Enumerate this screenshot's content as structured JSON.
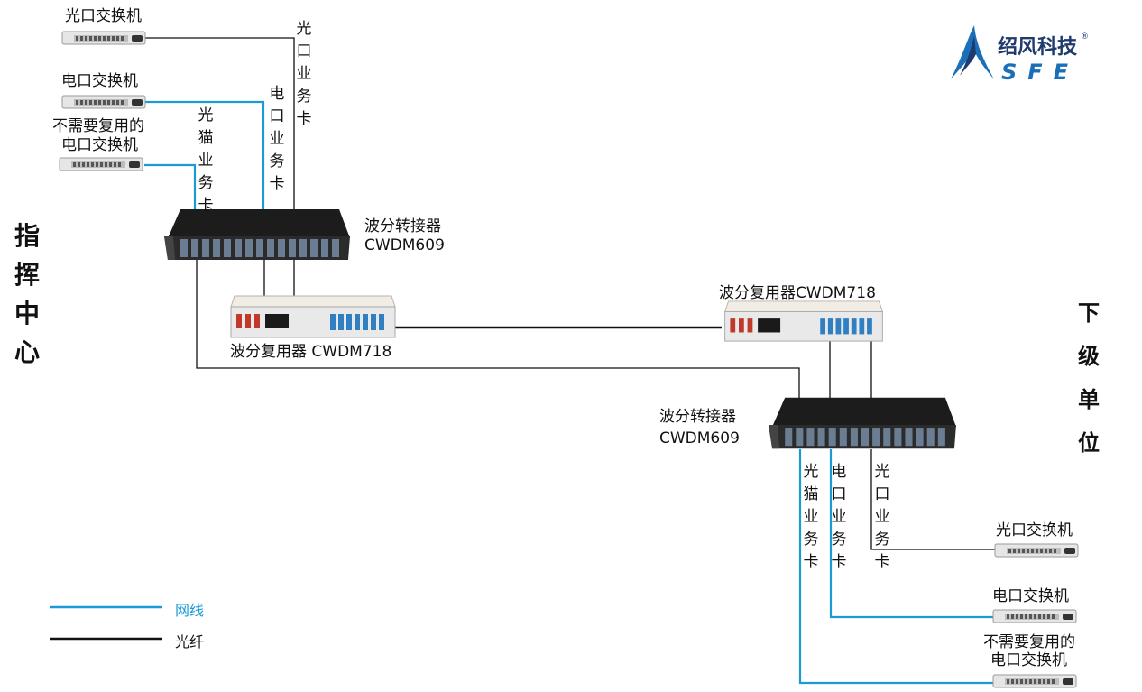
{
  "colors": {
    "network_cable": "#1b9ad6",
    "fiber": "#111111"
  },
  "sides": {
    "left": "指挥中心",
    "right": "下级单位"
  },
  "logo": {
    "text_cn": "绍风科技",
    "text_en": "SFE",
    "registered": "®"
  },
  "left_switches": {
    "optical": "光口交换机",
    "electrical": "电口交换机",
    "no_mux_line1": "不需要复用的",
    "no_mux_line2": "电口交换机"
  },
  "right_switches": {
    "optical": "光口交换机",
    "electrical": "电口交换机",
    "no_mux_line1": "不需要复用的",
    "no_mux_line2": "电口交换机"
  },
  "cards_left": {
    "optical": "光口业务卡",
    "electrical": "电口业务卡",
    "modem": "光猫业务卡"
  },
  "cards_right": {
    "modem": "光猫业务卡",
    "electrical": "电口业务卡",
    "optical": "光口业务卡"
  },
  "converter_left": {
    "name": "波分转接器",
    "model": "CWDM609"
  },
  "converter_right": {
    "name": "波分转接器",
    "model": "CWDM609"
  },
  "mux_left": "波分复用器 CWDM718",
  "mux_right": "波分复用器CWDM718",
  "legend": {
    "network": "网线",
    "fiber": "光纤"
  }
}
